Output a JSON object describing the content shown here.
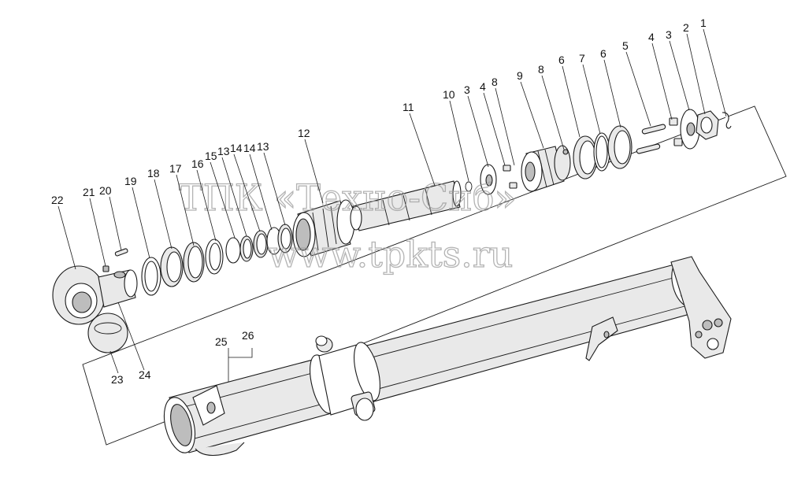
{
  "watermark": {
    "line1": "ТПК «Техно-Сиб»",
    "line2": "www.tpkts.ru"
  },
  "callouts": [
    {
      "id": "c1",
      "text": "1"
    },
    {
      "id": "c2",
      "text": "2"
    },
    {
      "id": "c3a",
      "text": "3"
    },
    {
      "id": "c4a",
      "text": "4"
    },
    {
      "id": "c5",
      "text": "5"
    },
    {
      "id": "c6a",
      "text": "6"
    },
    {
      "id": "c7",
      "text": "7"
    },
    {
      "id": "c6b",
      "text": "6"
    },
    {
      "id": "c8a",
      "text": "8"
    },
    {
      "id": "c9",
      "text": "9"
    },
    {
      "id": "c8b",
      "text": "8"
    },
    {
      "id": "c4b",
      "text": "4"
    },
    {
      "id": "c3b",
      "text": "3"
    },
    {
      "id": "c10",
      "text": "10"
    },
    {
      "id": "c11",
      "text": "11"
    },
    {
      "id": "c12",
      "text": "12"
    },
    {
      "id": "c13a",
      "text": "13"
    },
    {
      "id": "c14a",
      "text": "14"
    },
    {
      "id": "c14b",
      "text": "14"
    },
    {
      "id": "c13b",
      "text": "13"
    },
    {
      "id": "c15",
      "text": "15"
    },
    {
      "id": "c16",
      "text": "16"
    },
    {
      "id": "c17",
      "text": "17"
    },
    {
      "id": "c18",
      "text": "18"
    },
    {
      "id": "c19",
      "text": "19"
    },
    {
      "id": "c20",
      "text": "20"
    },
    {
      "id": "c21",
      "text": "21"
    },
    {
      "id": "c22",
      "text": "22"
    },
    {
      "id": "c23",
      "text": "23"
    },
    {
      "id": "c24",
      "text": "24"
    },
    {
      "id": "c25",
      "text": "25"
    },
    {
      "id": "c26",
      "text": "26"
    }
  ]
}
